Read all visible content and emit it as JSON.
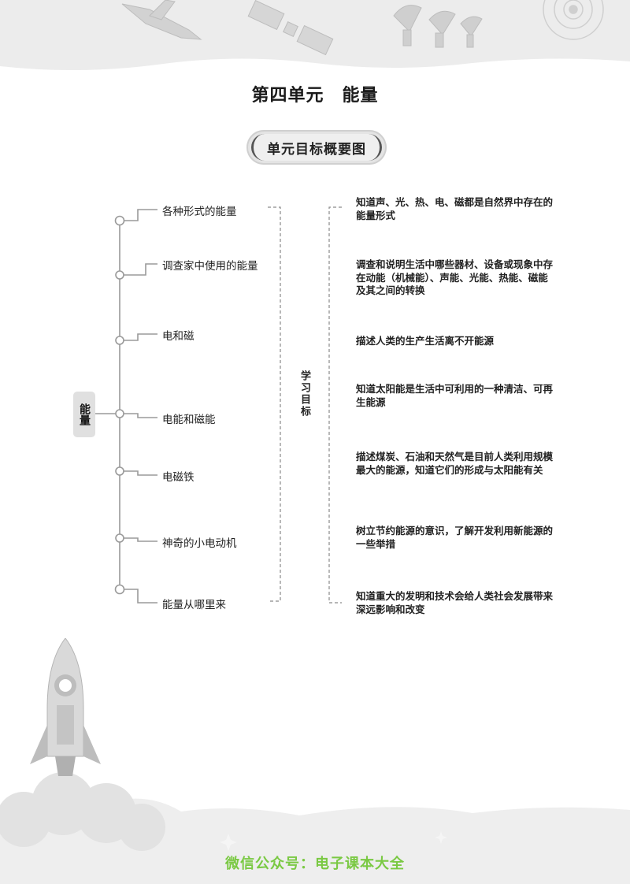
{
  "page": {
    "title": "第四单元　能量",
    "section_badge": "单元目标概要图"
  },
  "mindmap": {
    "root": "能量",
    "middle_label": "学习目标",
    "topics": [
      "各种形式的能量",
      "调查家中使用的能量",
      "电和磁",
      "电能和磁能",
      "电磁铁",
      "神奇的小电动机",
      "能量从哪里来"
    ],
    "goals": [
      "知道声、光、热、电、磁都是自然界中存在的能量形式",
      "调查和说明生活中哪些器材、设备或现象中存在动能（机械能）、声能、光能、热能、磁能及其之间的转换",
      "描述人类的生产生活离不开能源",
      "知道太阳能是生活中可利用的一种清洁、可再生能源",
      "描述煤炭、石油和天然气是目前人类利用规模最大的能源，知道它们的形成与太阳能有关",
      "树立节约能源的意识，了解开发利用新能源的一些举措",
      "知道重大的发明和技术会给人类社会发展带来深远影响和改变"
    ]
  },
  "watermark": "微信公众号：电子课本大全",
  "colors": {
    "line": "#9a9a9a",
    "badge_bg": "#e4e4e4",
    "watermark": "#7ac943"
  }
}
